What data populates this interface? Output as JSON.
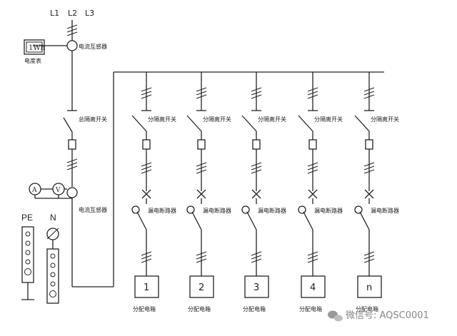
{
  "phases": [
    "L1",
    "L2",
    "L3"
  ],
  "meter": {
    "text": "1Wh",
    "label": "电度表"
  },
  "ct_top_label": "电流互感器",
  "main_switch_label": "总隔离开关",
  "ammeter": "A",
  "voltmeter": "V",
  "ct_bottom_label": "电流互感器",
  "bus_pe": "PE",
  "bus_n": "N",
  "branches": [
    {
      "switch": "分隔离开关",
      "breaker": "漏电断路器",
      "box": "1",
      "box_label": "分配电箱"
    },
    {
      "switch": "分隔离开关",
      "breaker": "漏电断路器",
      "box": "2",
      "box_label": "分配电箱"
    },
    {
      "switch": "分隔离开关",
      "breaker": "漏电断路器",
      "box": "3",
      "box_label": "分配电箱"
    },
    {
      "switch": "分隔离开关",
      "breaker": "漏电断路器",
      "box": "4",
      "box_label": "分配电箱"
    },
    {
      "switch": "分隔离开关",
      "breaker": "漏电断路器",
      "box": "n",
      "box_label": "分配电箱"
    }
  ],
  "watermark": "微信号: AQSC0001"
}
